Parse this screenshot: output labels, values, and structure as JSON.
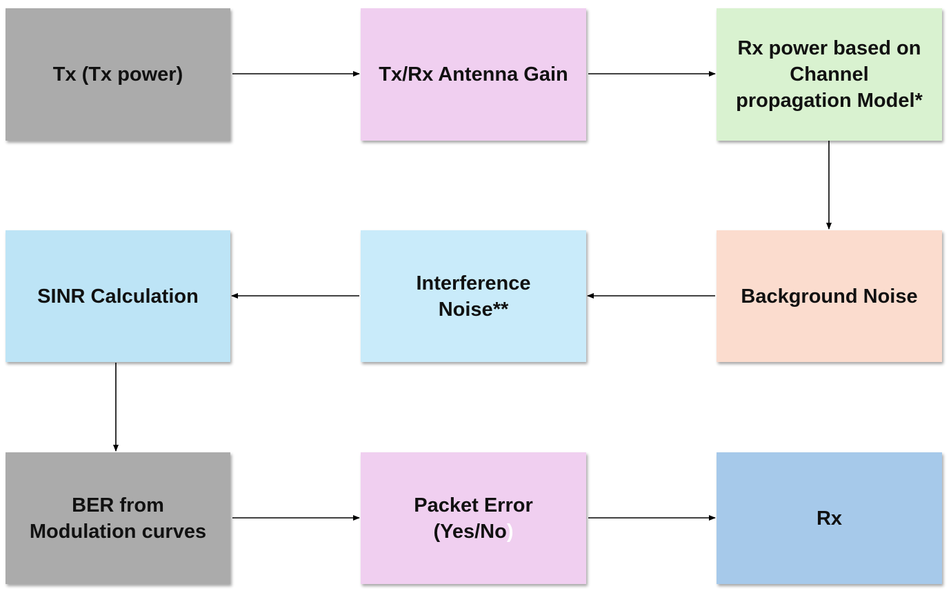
{
  "diagram": {
    "nodes": {
      "tx": {
        "label": "Tx (Tx power)"
      },
      "antenna_gain": {
        "label": "Tx/Rx Antenna Gain"
      },
      "rx_power": {
        "lines": [
          "Rx power based on",
          "Channel",
          "propagation Model*"
        ]
      },
      "background_noise": {
        "label": "Background Noise"
      },
      "interference_noise": {
        "lines": [
          "Interference",
          "Noise**"
        ]
      },
      "sinr": {
        "label": "SINR Calculation"
      },
      "ber": {
        "lines": [
          "BER from",
          "Modulation curves"
        ]
      },
      "packet_error": {
        "line1": "Packet Error",
        "line2_main": "(Yes/No",
        "line2_tail": ")"
      },
      "rx": {
        "label": "Rx"
      }
    },
    "edges": [
      {
        "from": "tx",
        "to": "antenna_gain"
      },
      {
        "from": "antenna_gain",
        "to": "rx_power"
      },
      {
        "from": "rx_power",
        "to": "background_noise"
      },
      {
        "from": "background_noise",
        "to": "interference_noise"
      },
      {
        "from": "interference_noise",
        "to": "sinr"
      },
      {
        "from": "sinr",
        "to": "ber"
      },
      {
        "from": "ber",
        "to": "packet_error"
      },
      {
        "from": "packet_error",
        "to": "rx"
      }
    ],
    "colors": {
      "tx": "#ababab",
      "antenna_gain": "#f0cff0",
      "rx_power": "#d9f2d0",
      "background_noise": "#fbdcce",
      "interference_noise": "#c9ebfa",
      "sinr": "#bde4f6",
      "ber": "#ababab",
      "packet_error": "#f0cff0",
      "rx": "#a6c9ea",
      "arrow": "#000000"
    }
  }
}
